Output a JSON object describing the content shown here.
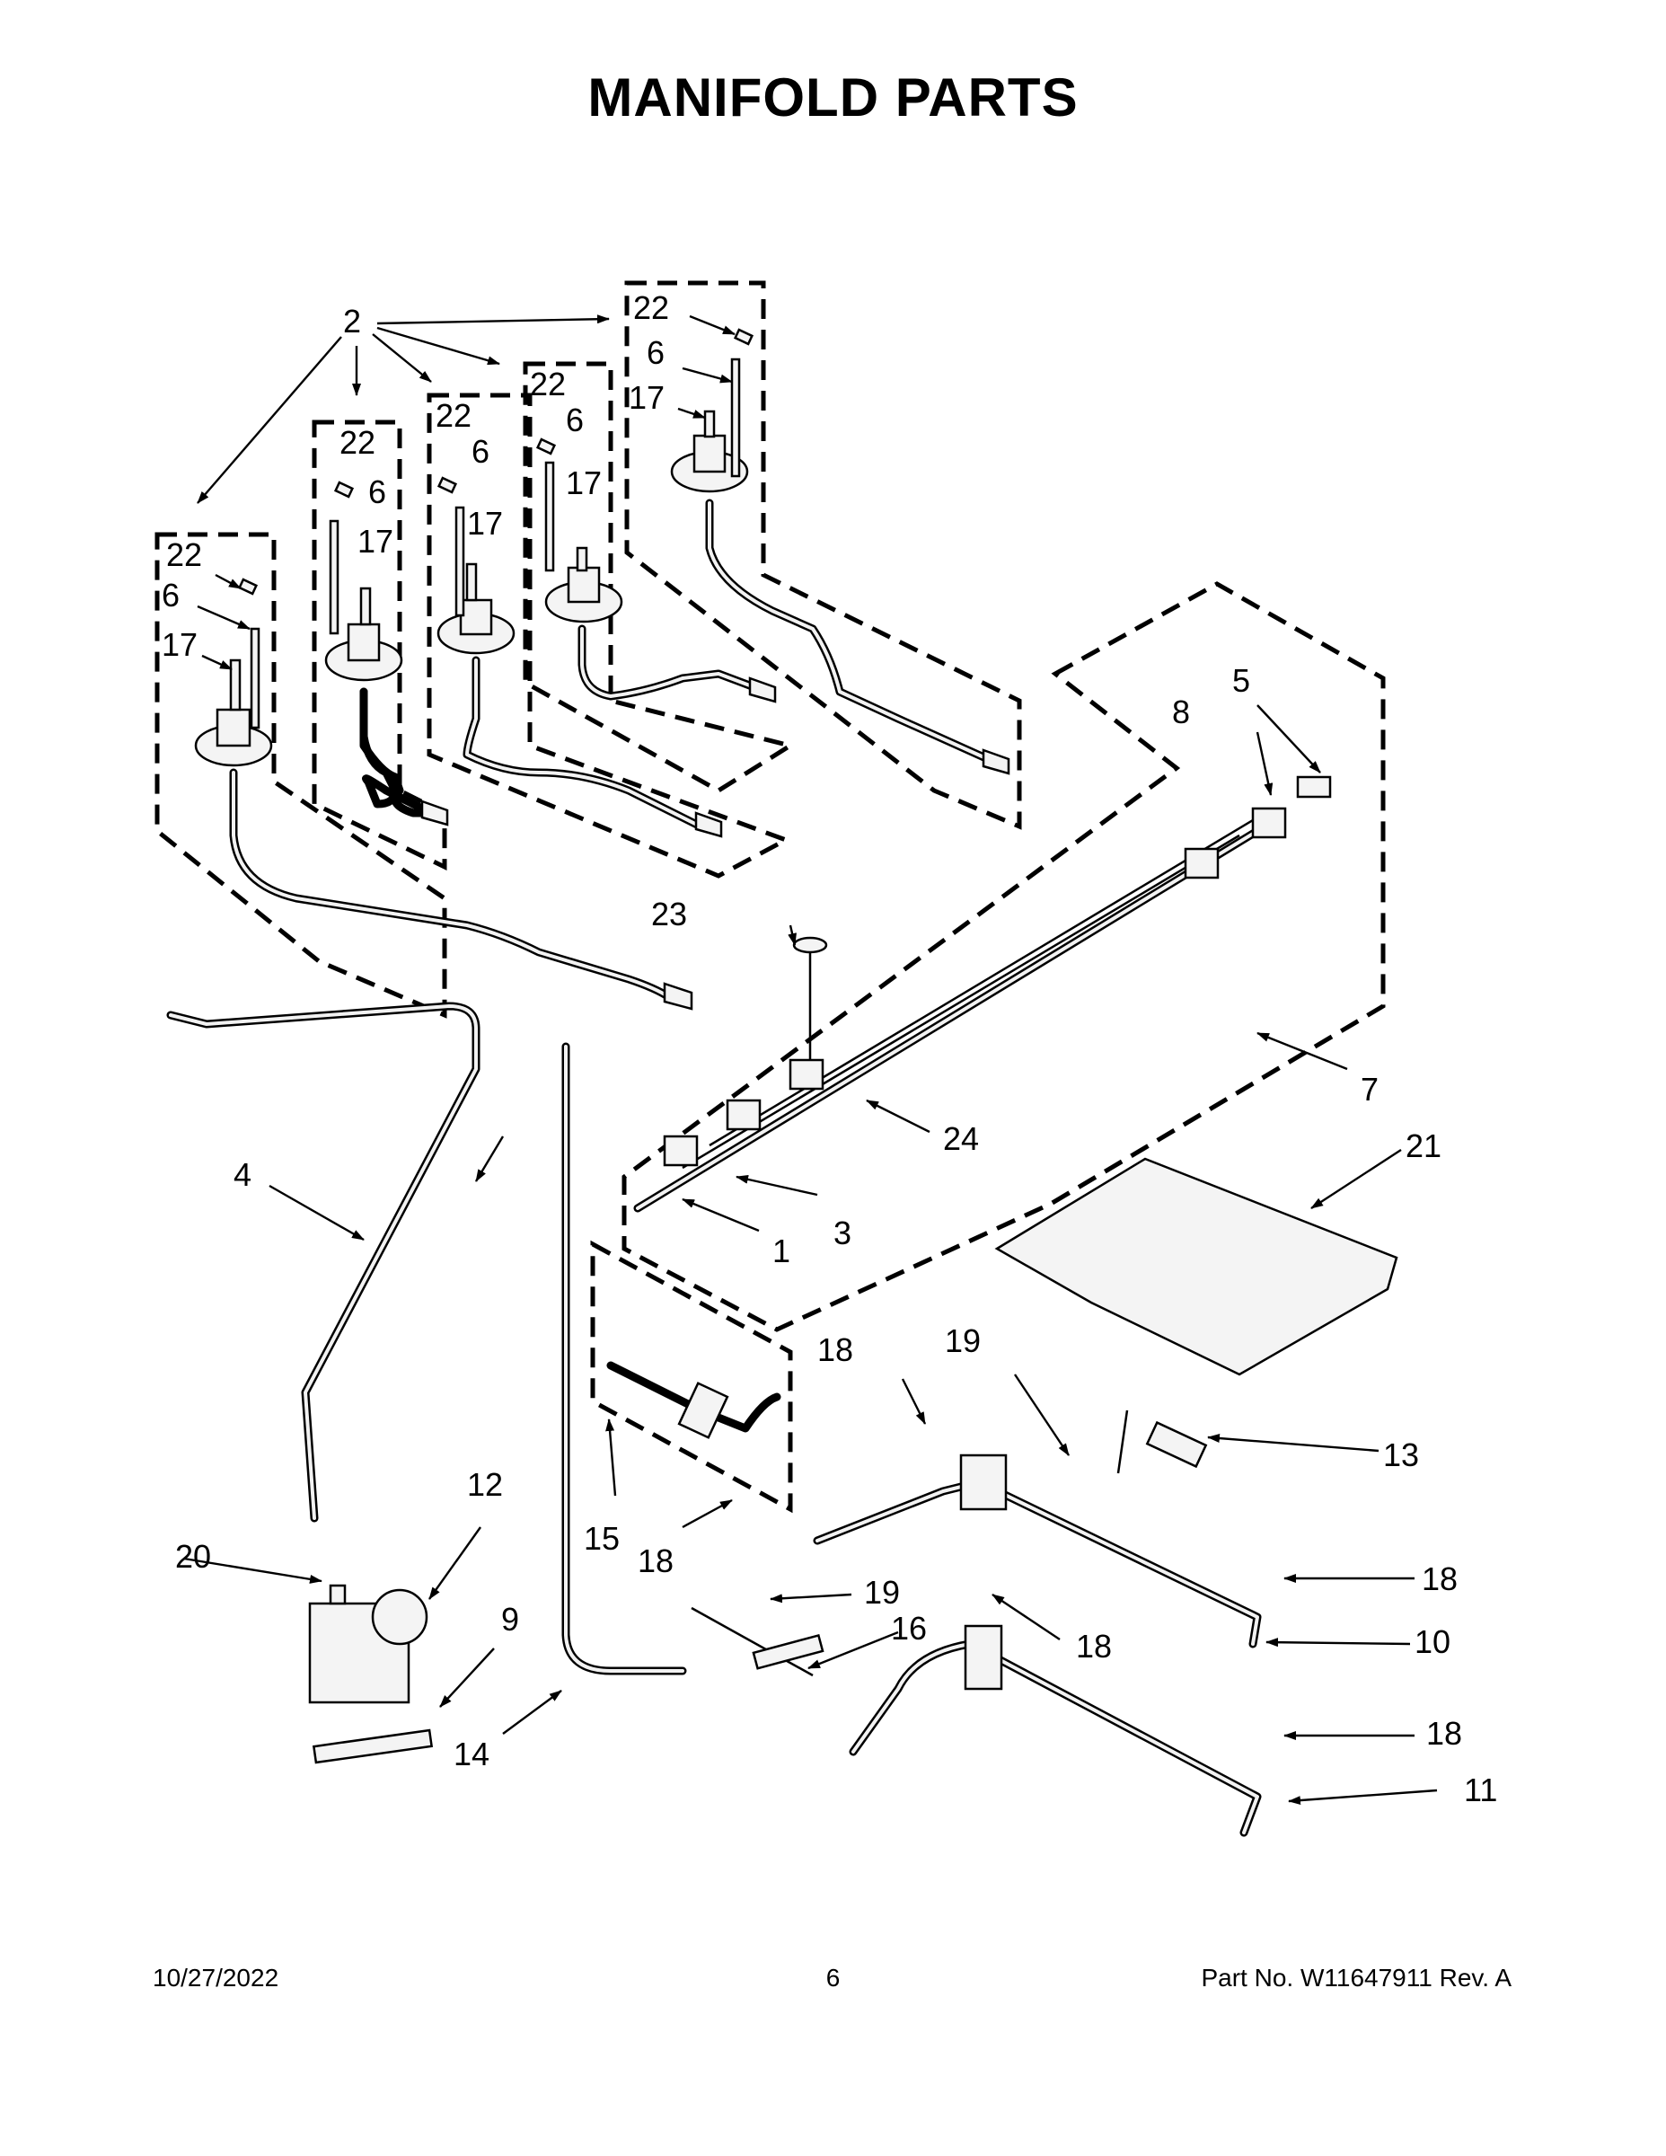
{
  "title": "MANIFOLD PARTS",
  "footer": {
    "date": "10/27/2022",
    "page": "6",
    "part_no": "Part No.  W11647911  Rev.  A"
  },
  "callouts": {
    "c1": "1",
    "c2": "2",
    "c3": "3",
    "c4": "4",
    "c5": "5",
    "c6": "6",
    "c7": "7",
    "c8": "8",
    "c9": "9",
    "c10": "10",
    "c11": "11",
    "c12": "12",
    "c13": "13",
    "c14": "14",
    "c15": "15",
    "c16": "16",
    "c17": "17",
    "c18": "18",
    "c19": "19",
    "c20": "20",
    "c21": "21",
    "c22": "22",
    "c23": "23",
    "c24": "24"
  }
}
